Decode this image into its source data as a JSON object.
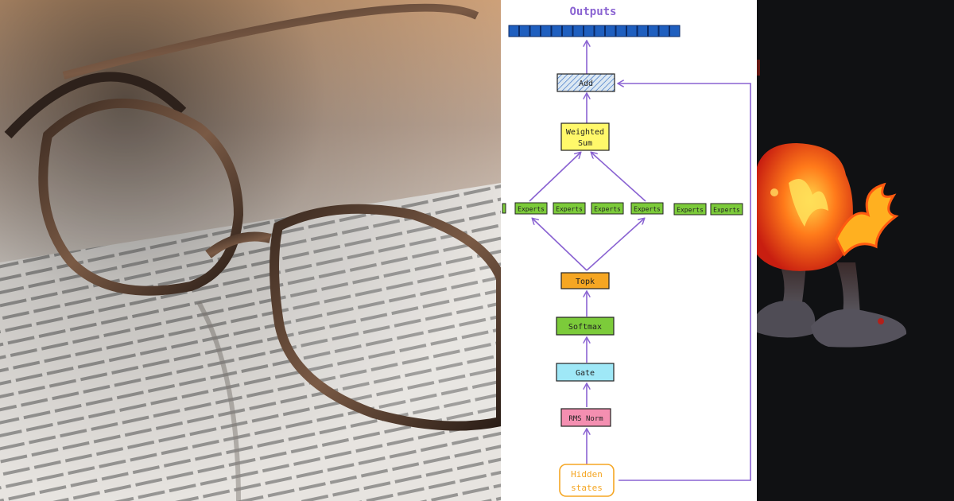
{
  "diagram": {
    "title": "Outputs",
    "nodes": {
      "add": "Add",
      "weighted_sum": [
        "Weighted",
        "Sum"
      ],
      "experts": [
        "Experts",
        "Experts",
        "Experts",
        "Experts",
        "Experts",
        "Experts"
      ],
      "topk": "Topk",
      "softmax": "Softmax",
      "gate": "Gate",
      "rms_norm": "RMS Norm",
      "hidden_states": [
        "Hidden",
        "states"
      ]
    },
    "colors": {
      "arrow": "#8a63d2",
      "output_cell": "#1f5fbf",
      "add_fill": "#dce8f2",
      "weighted_sum_fill": "#fff86a",
      "experts_fill": "#7ccb3a",
      "topk_fill": "#f5a623",
      "softmax_fill": "#7ccb3a",
      "gate_fill": "#9fe8f7",
      "rms_norm_fill": "#f48fb1",
      "hidden_states_border": "#f5a623"
    }
  }
}
